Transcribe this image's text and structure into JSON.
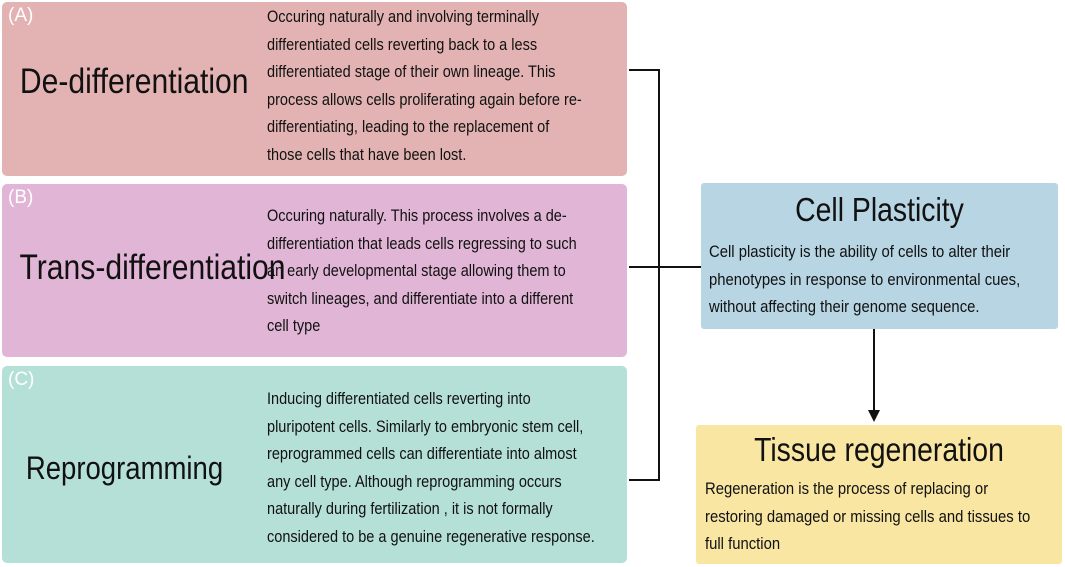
{
  "colors": {
    "panel_a": "#e3b3b3",
    "panel_b": "#e1b5d6",
    "panel_c": "#b5e0d8",
    "plasticity": "#b7d5e3",
    "regeneration": "#f8e6a2",
    "line": "#111111"
  },
  "panels": [
    {
      "tag": "(A)",
      "term": "De-differentiation",
      "lines": [
        "Occuring naturally and involving terminally",
        "differentiated cells reverting back to a less",
        "differentiated stage of their own lineage. This",
        "process allows cells proliferating again before re-",
        "differentiating, leading to the replacement of",
        "those cells that have been lost."
      ]
    },
    {
      "tag": "(B)",
      "term": "Trans-differentiation",
      "lines": [
        "Occuring naturally. This process involves a de-",
        "differentiation that leads cells regressing to such",
        "an early developmental stage allowing them to",
        "switch lineages, and differentiate into a different",
        "cell type"
      ]
    },
    {
      "tag": "(C)",
      "term": "Reprogramming",
      "lines": [
        "Inducing differentiated cells reverting into",
        "pluripotent cells. Similarly to embryonic stem cell,",
        "reprogrammed cells can differentiate into almost",
        "any cell type.  Although reprogramming occurs",
        "naturally during fertilization , it is not formally",
        "considered to be a genuine regenerative response."
      ]
    }
  ],
  "plasticity": {
    "title": "Cell Plasticity",
    "lines": [
      "Cell plasticity is the ability of cells to alter their",
      "phenotypes  in response to environmental cues,",
      "without affecting their genome sequence."
    ]
  },
  "regeneration": {
    "title": "Tissue regeneration",
    "lines": [
      "Regeneration is the process of replacing or",
      "restoring damaged or missing cells and tissues to",
      "full function"
    ]
  }
}
